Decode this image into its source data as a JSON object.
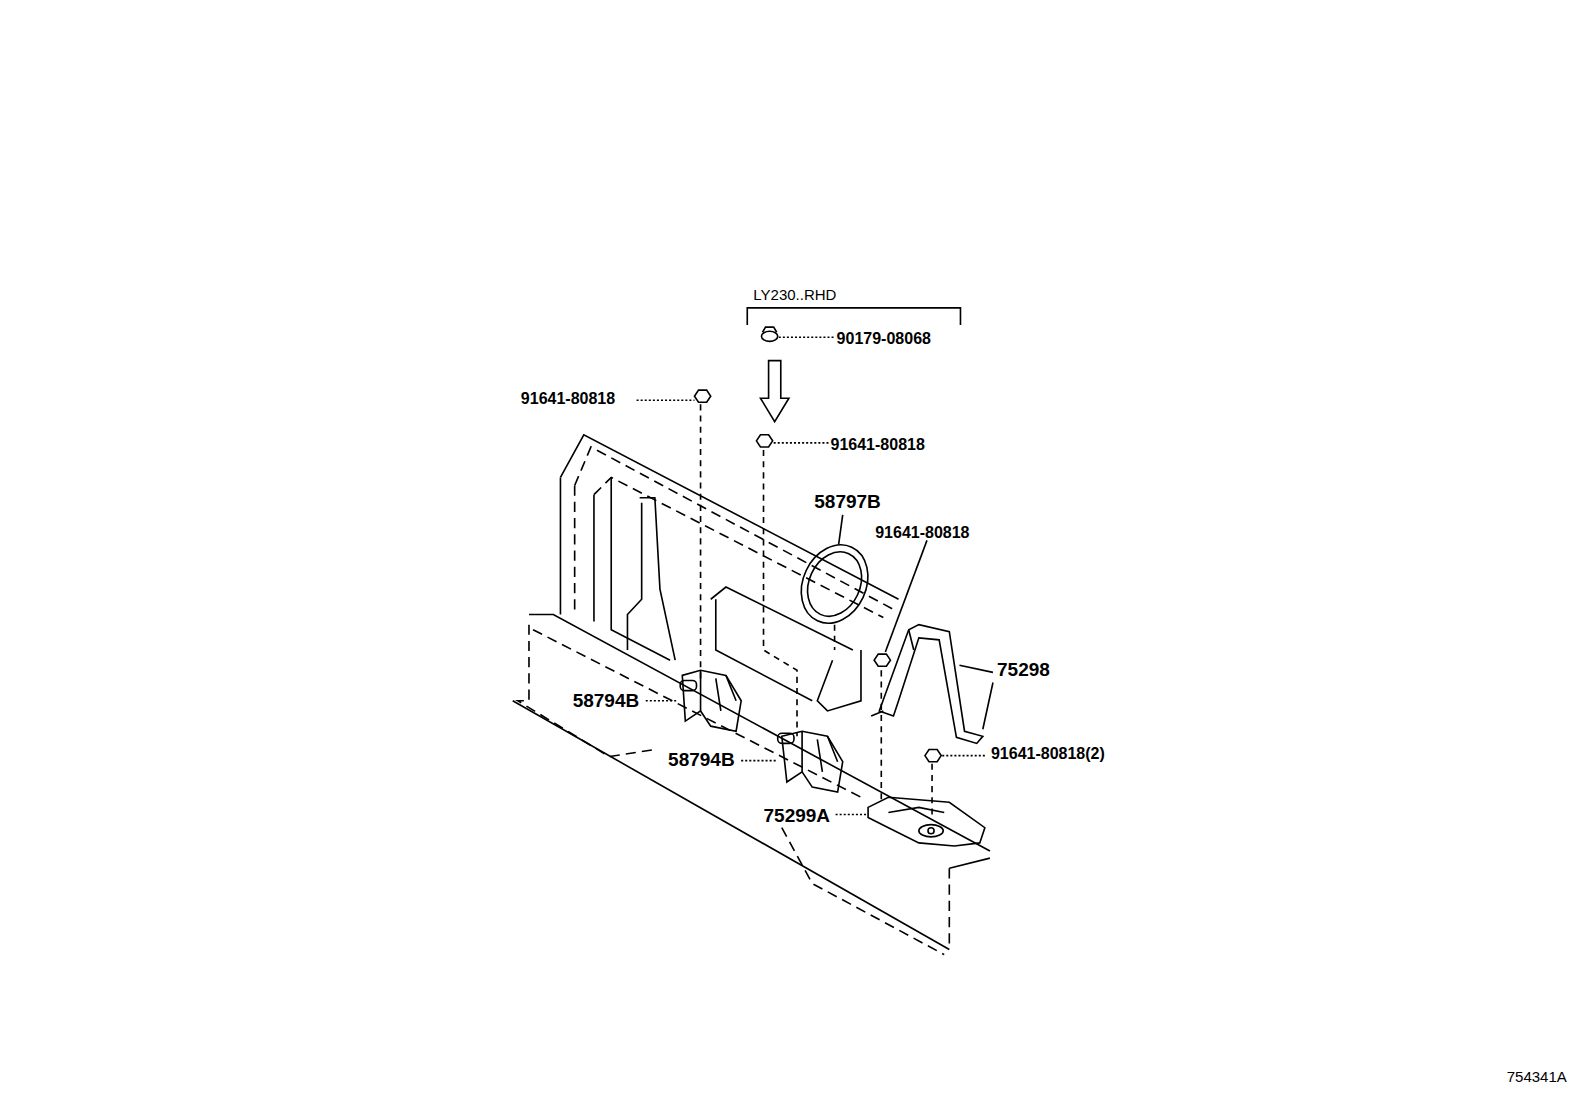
{
  "diagram": {
    "labels": [
      "LY230..RHD",
      "90179-08068",
      "91641-80818",
      "91641-80818",
      "58797B",
      "91641-80818",
      "75298",
      "58794B",
      "91641-80818(2)",
      "58794B",
      "75299A",
      "754341A"
    ]
  }
}
